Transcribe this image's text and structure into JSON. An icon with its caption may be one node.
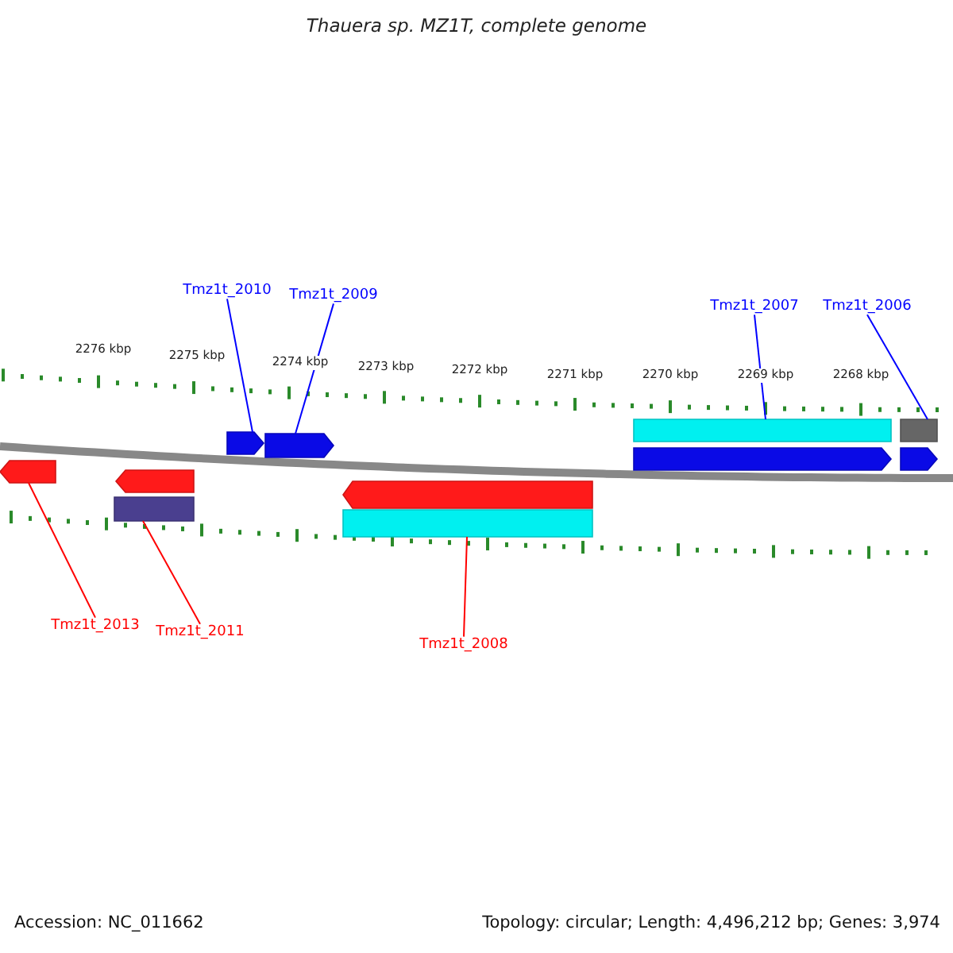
{
  "diagram": {
    "title": "Thauera sp. MZ1T, complete genome",
    "nodes": [
      {
        "text": [
          "Tmz1t_2010"
        ]
      },
      {
        "text": [
          "Tmz1t_2009"
        ]
      },
      {
        "text": [
          "Tmz1t_2007"
        ]
      },
      {
        "text": [
          "Tmz1t_2006"
        ]
      },
      {
        "text": [
          "Tmz1t_2013"
        ]
      },
      {
        "text": [
          "Tmz1t_2011"
        ]
      },
      {
        "text": [
          "Tmz1t_2008"
        ]
      },
      {
        "text": [],
        "shape": "bar"
      },
      {
        "text": [],
        "shape": "bar"
      },
      {
        "text": [],
        "shape": "bar"
      },
      {
        "text": [],
        "shape": "bar"
      },
      {
        "text": [],
        "shape": "bar"
      },
      {
        "text": [],
        "shape": "bar"
      },
      {
        "text": [],
        "shape": "bar"
      },
      {
        "text": [],
        "shape": "bar"
      },
      {
        "text": [],
        "shape": "bar"
      },
      {
        "text": [],
        "shape": "bar"
      },
      {
        "text": [],
        "shape": "bar"
      }
    ],
    "edges": [
      {
        "from": 0,
        "to": 10,
        "arrow": "none"
      },
      {
        "from": 1,
        "to": 11,
        "arrow": "none"
      },
      {
        "from": 2,
        "to": 14,
        "arrow": "none"
      },
      {
        "from": 3,
        "to": 16,
        "arrow": "none"
      },
      {
        "from": 4,
        "to": 7,
        "arrow": "none",
        "color": "#ff0000"
      },
      {
        "from": 5,
        "to": 9,
        "arrow": "none",
        "color": "#ff0000"
      },
      {
        "from": 6,
        "to": 13,
        "arrow": "none",
        "color": "#ff0000"
      }
    ],
    "labels": [
      "2276 kbp",
      "2275 kbp",
      "2274 kbp",
      "2273 kbp",
      "2272 kbp",
      "2271 kbp",
      "2270 kbp",
      "2269 kbp",
      "2268 kbp",
      "Accession: NC_011662",
      "Topology: circular; Length: 4,496,212 bp; Genes: 3,974"
    ]
  }
}
